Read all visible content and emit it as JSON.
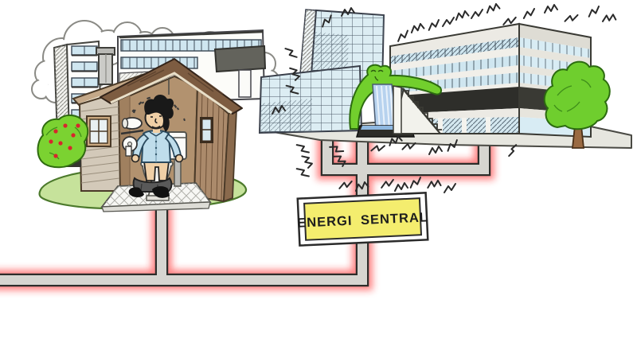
{
  "illustration": {
    "type": "cartoon-energy-diagram",
    "energy_central": {
      "label": "ENERGI SENTRAL"
    },
    "depicted_elements": [
      "clouds",
      "apartment-building",
      "modern-building",
      "outhouse-cutaway",
      "man-on-toilet",
      "toilet-paper-rolls",
      "tiled-floor",
      "berry-bush",
      "grass-mound",
      "district-heating-pipes",
      "heat-glow",
      "office-tower",
      "glass-office-building",
      "large-office-building",
      "green-roof",
      "waterfall",
      "outdoor-stairs",
      "tree",
      "heat-squiggles"
    ],
    "colors": {
      "background": "#ffffff",
      "pipe_fill": "#d6d5d0",
      "pipe_outline": "#2d2d2a",
      "heat_glow_red": "#ff2020",
      "energy_box_fill": "#f4ed6e",
      "energy_box_frame": "#ffffff",
      "grass_green": "#c6e29b",
      "bush_green": "#7bd231",
      "tree_green": "#6fce2e",
      "berry_red": "#d7262c",
      "roof_brown": "#7d5c41",
      "interior_wall_brown": "#b2926f",
      "plank_wall_brown": "#ab8a6b",
      "window_blue": "#cfe6f0",
      "shirt_blue": "#bfddeb",
      "dark_band": "#2e2e2a"
    }
  }
}
